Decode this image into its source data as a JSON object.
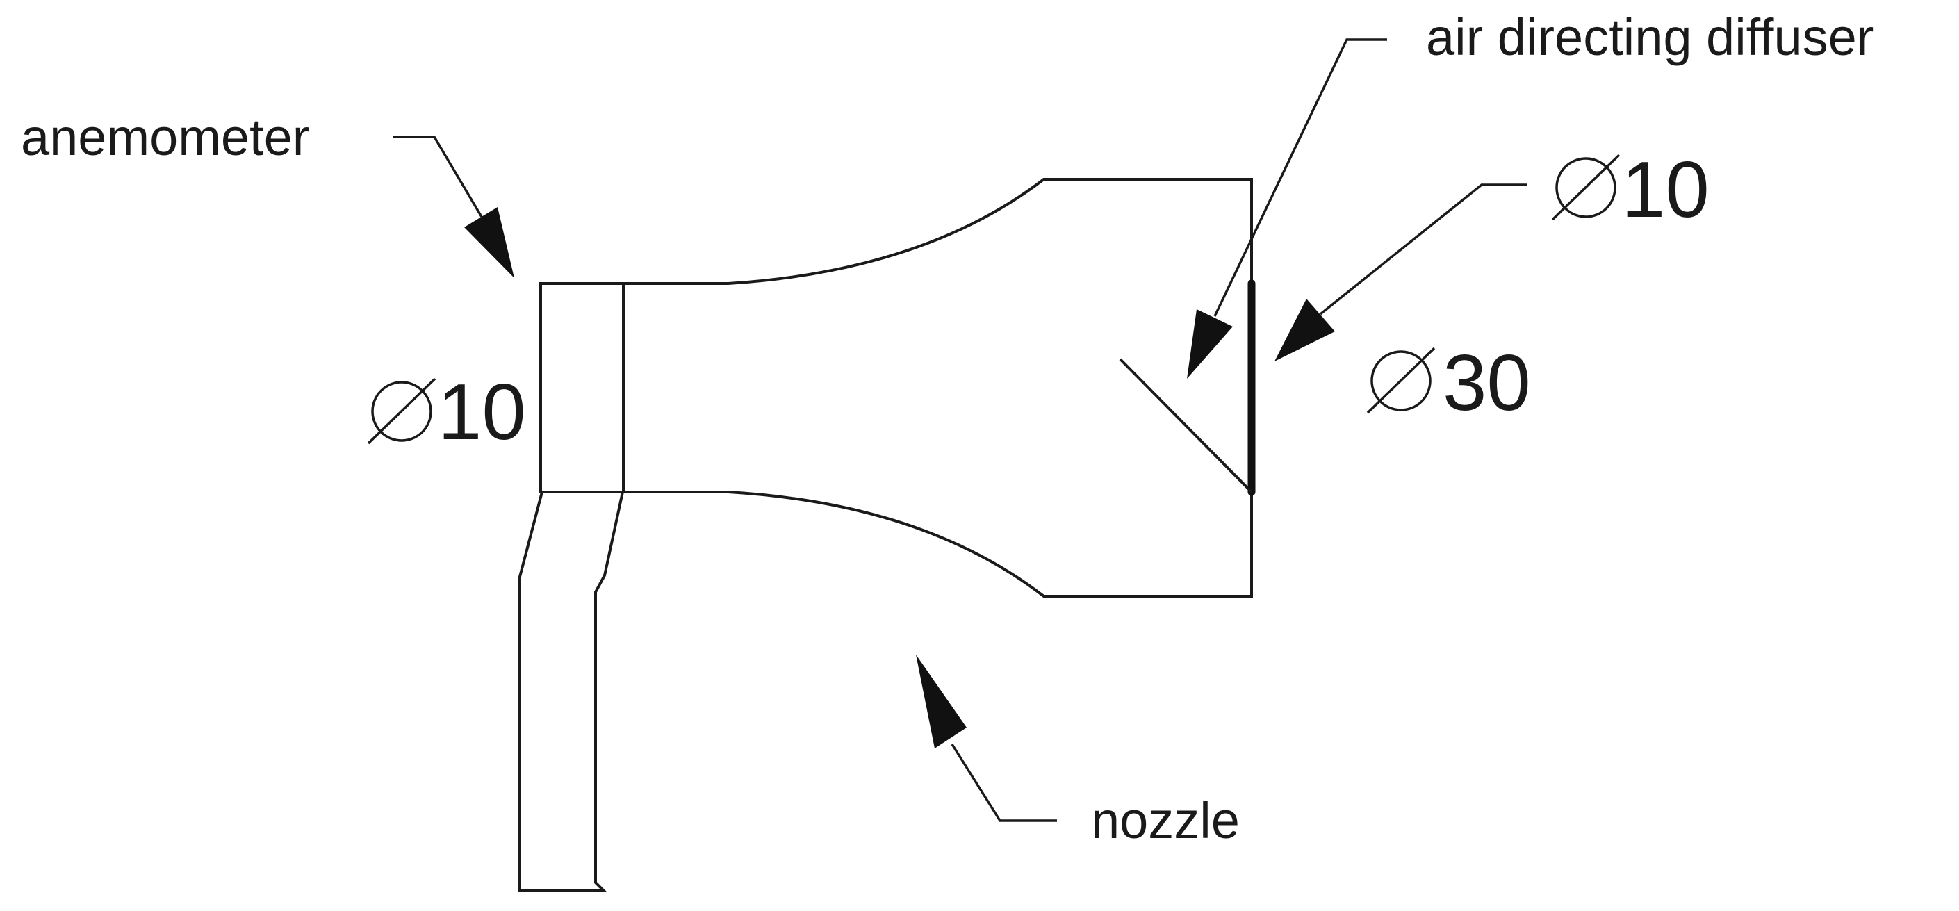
{
  "labels": {
    "anemometer": "anemometer",
    "air_directing_diffuser": "air directing diffuser",
    "nozzle": "nozzle"
  },
  "dimensions": {
    "inlet_diameter": "10",
    "diffuser_diameter": "10",
    "outlet_diameter": "30"
  },
  "colors": {
    "line": "#1a1a1a",
    "background": "#ffffff"
  }
}
